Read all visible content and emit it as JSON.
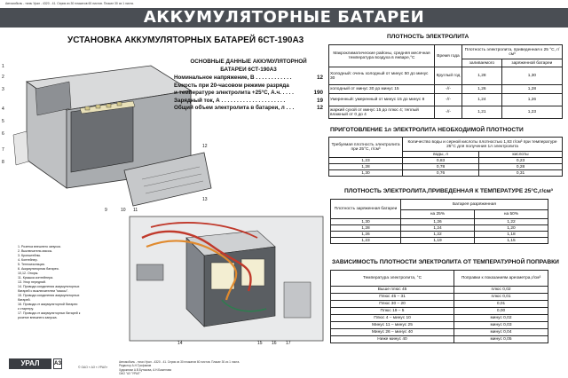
{
  "top_note": "Автомобиль - тягач Урал - 4320 - 41. Серия из 30 плакатов 60 листов. Плакат 30 из 1 листа.",
  "title": "АККУМУЛЯТОРНЫЕ БАТАРЕИ",
  "left_title": "УСТАНОВКА АККУМУЛЯТОРНЫХ БАТАРЕЙ 6СТ-190А3",
  "spec": {
    "head1": "ОСНОВНЫЕ ДАННЫЕ АККУМУЛЯТОРНОЙ",
    "head2": "БАТАРЕИ 6СТ-190А3",
    "rows": [
      {
        "k": "Номинальное напряжение, В . . . . . . . . . . . .",
        "v": "12"
      },
      {
        "k": "Емкость при 20-часовом режиме разряда",
        "v": ""
      },
      {
        "k": "и температуре электролита +25°С, А.ч. . . . .",
        "v": "190"
      },
      {
        "k": "Зарядный ток, А . . . . . . . . . . . . . . . . . . . . .",
        "v": "19"
      },
      {
        "k": "Общий объем электролита в батареи, л . . .",
        "v": "12"
      }
    ]
  },
  "legend": [
    "1. Розетка внешнего запуска.",
    "2. Выключатель массы.",
    "3. Кронштейны.",
    "4. Контейнер.",
    "5. Теплоизоляция.",
    "6. Аккумуляторная батарея.",
    "10,12. Опоры.",
    "11. Крышка контейнера.",
    "13. Упор передний.",
    "14. Провода соединения аккумуляторных",
    "     батарей с выключателем \"массы\".",
    "15. Провода соединения аккумуляторных",
    "     батарей.",
    "16. Провода от аккумуляторной батареи",
    "     к стартеру.",
    "17. Провода от аккумуляторных батарей к",
    "     розетке внешнего запуска."
  ],
  "t1": {
    "title": "ПЛОТНОСТЬ  ЭЛЕКТРОЛИТА",
    "h_region": "Макроклиматические районы, средняя месячная температура воздуха в январе,°С",
    "h_season": "Время года",
    "h_density": "Плотность электролита, приведенная к 25 °С, г/см³",
    "h_filled": "заливаемого",
    "h_charged": "заряженной батареи",
    "rows": [
      {
        "region": "Холодный: очень холодный от минус 50 до минус 30",
        "season": "Круглый год",
        "f": "1,28",
        "c": "1,30"
      },
      {
        "region": "холодный от минус 30 до минус 15",
        "season": "-//-",
        "f": "1,26",
        "c": "1,28"
      },
      {
        "region": "Умеренный: умеренный от минус 15 до минус 8",
        "season": "-//-",
        "f": "1,24",
        "c": "1,26"
      },
      {
        "region": "жаркий сухой от минус 15 до плюс 4; теплый влажный от 0 до 4",
        "season": "-//-",
        "f": "1,21",
        "c": "1,23"
      }
    ]
  },
  "t2": {
    "title": "ПРИГОТОВЛЕНИЕ 1л ЭЛЕКТРОЛИТА НЕОБХОДИМОЙ ПЛОТНОСТИ",
    "h_req": "Требуемая плотность электролита при 25°С, г/см³",
    "h_qty": "Количество воды и серной кислоты плотностью 1,83 г/см³ при температуре 25°С для получения 1л электролита",
    "h_water": "воды, л",
    "h_acid": "кислоты",
    "rows": [
      {
        "d": "1,23",
        "w": "0,83",
        "a": "0,23"
      },
      {
        "d": "1,28",
        "w": "0,78",
        "a": "0,28"
      },
      {
        "d": "1,30",
        "w": "0,76",
        "a": "0,31"
      }
    ]
  },
  "t3": {
    "title": "ПЛОТНОСТЬ ЭЛЕКТРОЛИТА,ПРИВЕДЕННАЯ К ТЕМПЕРАТУРЕ 25°С,г/см³",
    "h_full": "Плотность заряженная батареи",
    "h_dis": "Батарея разряженная",
    "h25": "на 25%",
    "h50": "на 50%",
    "rows": [
      {
        "f": "1,30",
        "a": "1,26",
        "b": "1,22"
      },
      {
        "f": "1,28",
        "a": "1,24",
        "b": "1,20"
      },
      {
        "f": "1,26",
        "a": "1,22",
        "b": "1,18"
      },
      {
        "f": "1,23",
        "a": "1,19",
        "b": "1,15"
      }
    ]
  },
  "t4": {
    "title": "ЗАВИСИМОСТЬ ПЛОТНОСТИ ЭЛЕКТРОЛИТА ОТ ТЕМПЕРАТУРНОЙ ПОПРАВКИ",
    "h_temp": "Температура электролита, °С",
    "h_corr": "Поправки к показаниям ареометра,г/см³",
    "rows": [
      {
        "t": "Выше плюс   45",
        "c": "плюс  0,02"
      },
      {
        "t": "Плюс    45 – 31",
        "c": "плюс  0,01"
      },
      {
        "t": "Плюс    30 – 20",
        "c": "0,01"
      },
      {
        "t": "Плюс    19 – 5",
        "c": "0,00"
      },
      {
        "t": "Плюс   4 – минус 10",
        "c": "минус  0,02"
      },
      {
        "t": "Минус  11 –  минус  25",
        "c": "минус  0,03"
      },
      {
        "t": "Минус  26 –  минус  40",
        "c": "минус  0,04"
      },
      {
        "t": "Ниже минус  40",
        "c": "минус  0,05"
      }
    ]
  },
  "footer": {
    "logo": "УРАЛ",
    "logo2": "АЗ",
    "copy": "© ОАО « АЗ « УРАЛ»",
    "line1": "Автомобиль - тягач Урал - 4320 - 41. Серия из 30 плакатов 60 листов. Плакат 30 из 1 листа.",
    "line2": "Редактор А.Н.Трофимов",
    "line3": "Художники А.В.Бутакова, А.Н.Баженова",
    "line4": "ОАО \"АЗ \"УРАЛ\""
  },
  "colors": {
    "banner": "#4a4e54",
    "battery_case": "#5a5e62",
    "wire_red": "#c0392b",
    "wire_orange": "#e08a2e"
  }
}
